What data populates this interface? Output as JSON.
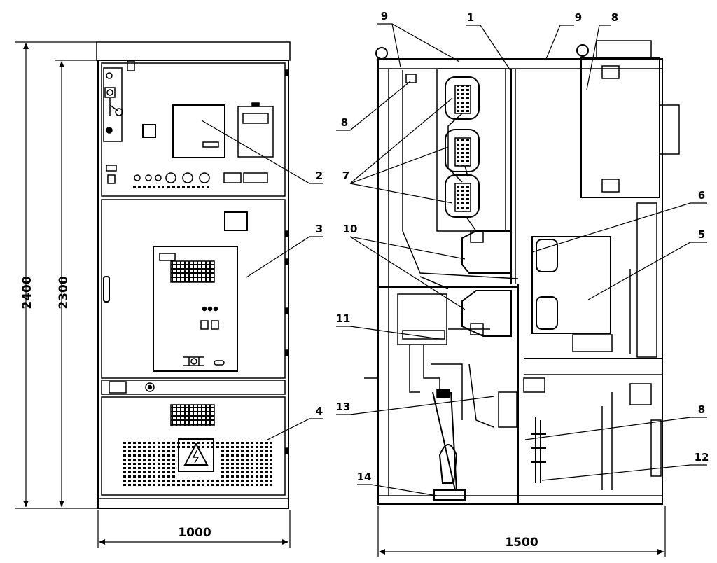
{
  "dimensions": {
    "overall_height": "2400",
    "panel_height": "2300",
    "front_width": "1000",
    "side_depth": "1500"
  },
  "callouts": {
    "c1": "1",
    "c2": "2",
    "c3": "3",
    "c4": "4",
    "c5": "5",
    "c6": "6",
    "c7": "7",
    "c8_top_left": "8",
    "c8_top_right": "8",
    "c8_bottom": "8",
    "c9_left": "9",
    "c9_right": "9",
    "c10": "10",
    "c11": "11",
    "c12": "12",
    "c13": "13",
    "c14": "14"
  },
  "icons": {
    "warning": "high-voltage-warning-icon",
    "handle": "door-handle-icon",
    "grille": "ventilation-grille-icon"
  },
  "colors": {
    "line": "#000000",
    "background": "#ffffff"
  }
}
